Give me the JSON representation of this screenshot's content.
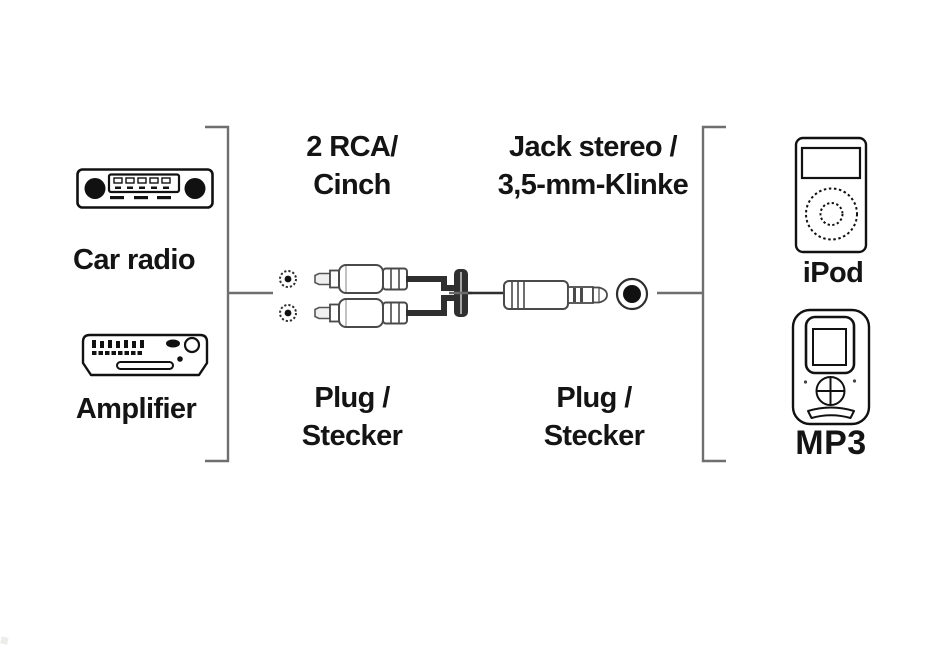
{
  "diagram": {
    "left_group": {
      "car_radio_label": "Car radio",
      "amplifier_label": "Amplifier"
    },
    "right_group": {
      "ipod_label": "iPod",
      "mp3_label": "MP3"
    },
    "left_connector": {
      "type_line1": "2 RCA/",
      "type_line2": "Cinch",
      "plug_line1": "Plug /",
      "plug_line2": "Stecker"
    },
    "right_connector": {
      "type_line1": "Jack stereo /",
      "type_line2": "3,5-mm-Klinke",
      "plug_line1": "Plug /",
      "plug_line2": "Stecker"
    },
    "icons": {
      "left": [
        "car-radio-icon",
        "amplifier-icon"
      ],
      "right": [
        "ipod-icon",
        "mp3-player-icon"
      ],
      "cable": [
        "rca-socket-icon",
        "rca-plug-icon",
        "y-splitter",
        "jack-plug-icon",
        "jack-socket-icon"
      ]
    },
    "colors": {
      "background": "#ffffff",
      "outline": "#111111",
      "bracket": "#6f6f6f",
      "cable": "#2f2f2f"
    }
  }
}
